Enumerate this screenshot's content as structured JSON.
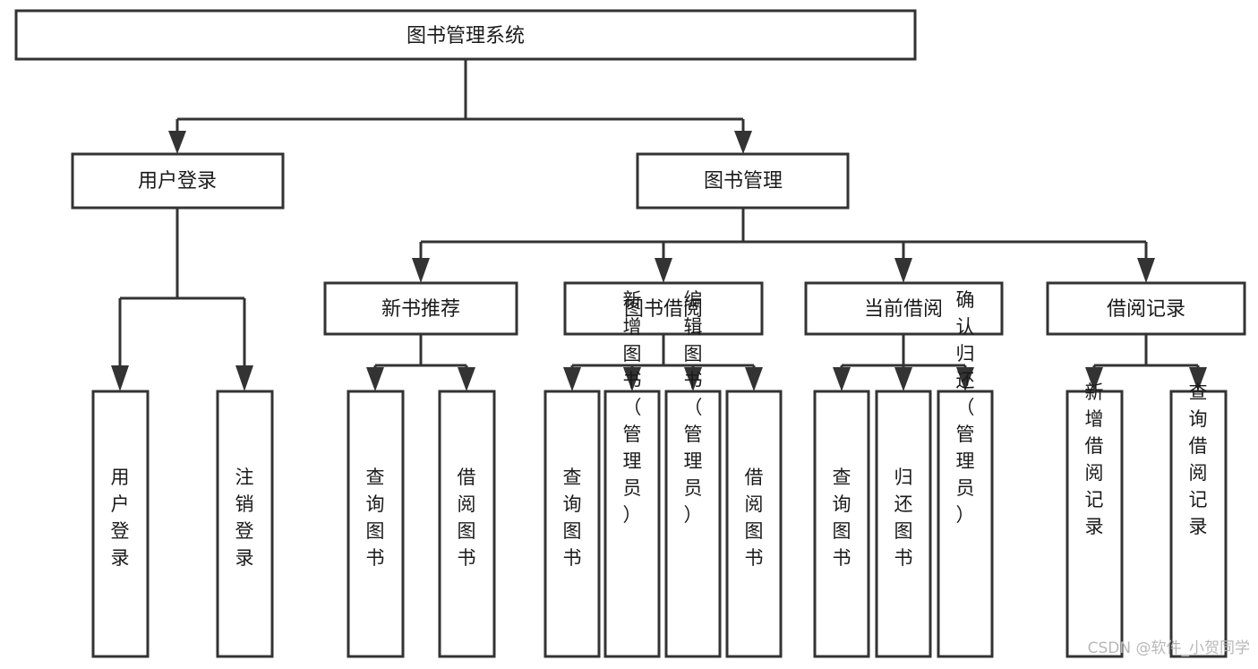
{
  "diagram": {
    "title": "图书管理系统",
    "type": "tree-hierarchy-diagram",
    "watermark": "CSDN @软件_小贺同学",
    "colors": {
      "box_stroke": "#333333",
      "box_fill": "#ffffff",
      "text": "#1a1a1a",
      "background": "#ffffff",
      "watermark": "#b8b8b8"
    },
    "root": {
      "label": "图书管理系统"
    },
    "level2": [
      {
        "label": "用户登录"
      },
      {
        "label": "图书管理"
      }
    ],
    "level3": [
      {
        "label": "新书推荐"
      },
      {
        "label": "图书借阅"
      },
      {
        "label": "当前借阅"
      },
      {
        "label": "借阅记录"
      }
    ],
    "leaves": {
      "user_login": [
        {
          "label": "用户登录"
        },
        {
          "label": "注销登录"
        }
      ],
      "new_book_recommend": [
        {
          "label": "查询图书"
        },
        {
          "label": "借阅图书"
        }
      ],
      "book_borrow": [
        {
          "label": "查询图书"
        },
        {
          "label": "新增图书（管理员）"
        },
        {
          "label": "编辑图书（管理员）"
        },
        {
          "label": "借阅图书"
        }
      ],
      "current_borrow": [
        {
          "label": "查询图书"
        },
        {
          "label": "归还图书"
        },
        {
          "label": "确认归还（管理员）"
        }
      ],
      "borrow_record": [
        {
          "label": "新增借阅记录"
        },
        {
          "label": "查询借阅记录"
        }
      ]
    }
  }
}
